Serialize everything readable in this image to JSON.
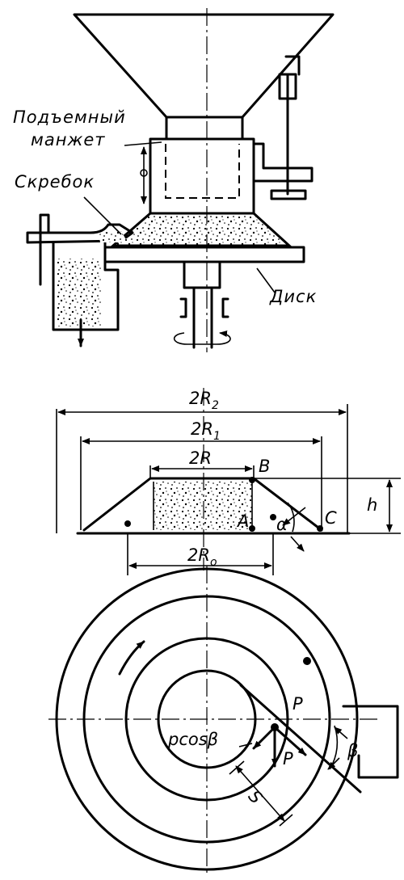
{
  "top_view": {
    "label_cuff_line1": "Подъемный",
    "label_cuff_line2": "манжет",
    "label_scraper": "Скребок",
    "label_disk": "Диск"
  },
  "section_view": {
    "dim_2R2": "2R",
    "sub_2R2": "2",
    "dim_2R1": "2R",
    "sub_2R1": "1",
    "dim_2R": "2R",
    "dim_2R0": "2R",
    "sub_2R0": "o",
    "point_A": "A",
    "point_B": "B",
    "point_C": "C",
    "angle_alpha": "α",
    "height_h": "h"
  },
  "plan_view": {
    "force_P_outer": "P",
    "force_P_inner": "P",
    "pcos_label": "pcosβ",
    "angle_beta": "β",
    "distance_S": "S"
  }
}
